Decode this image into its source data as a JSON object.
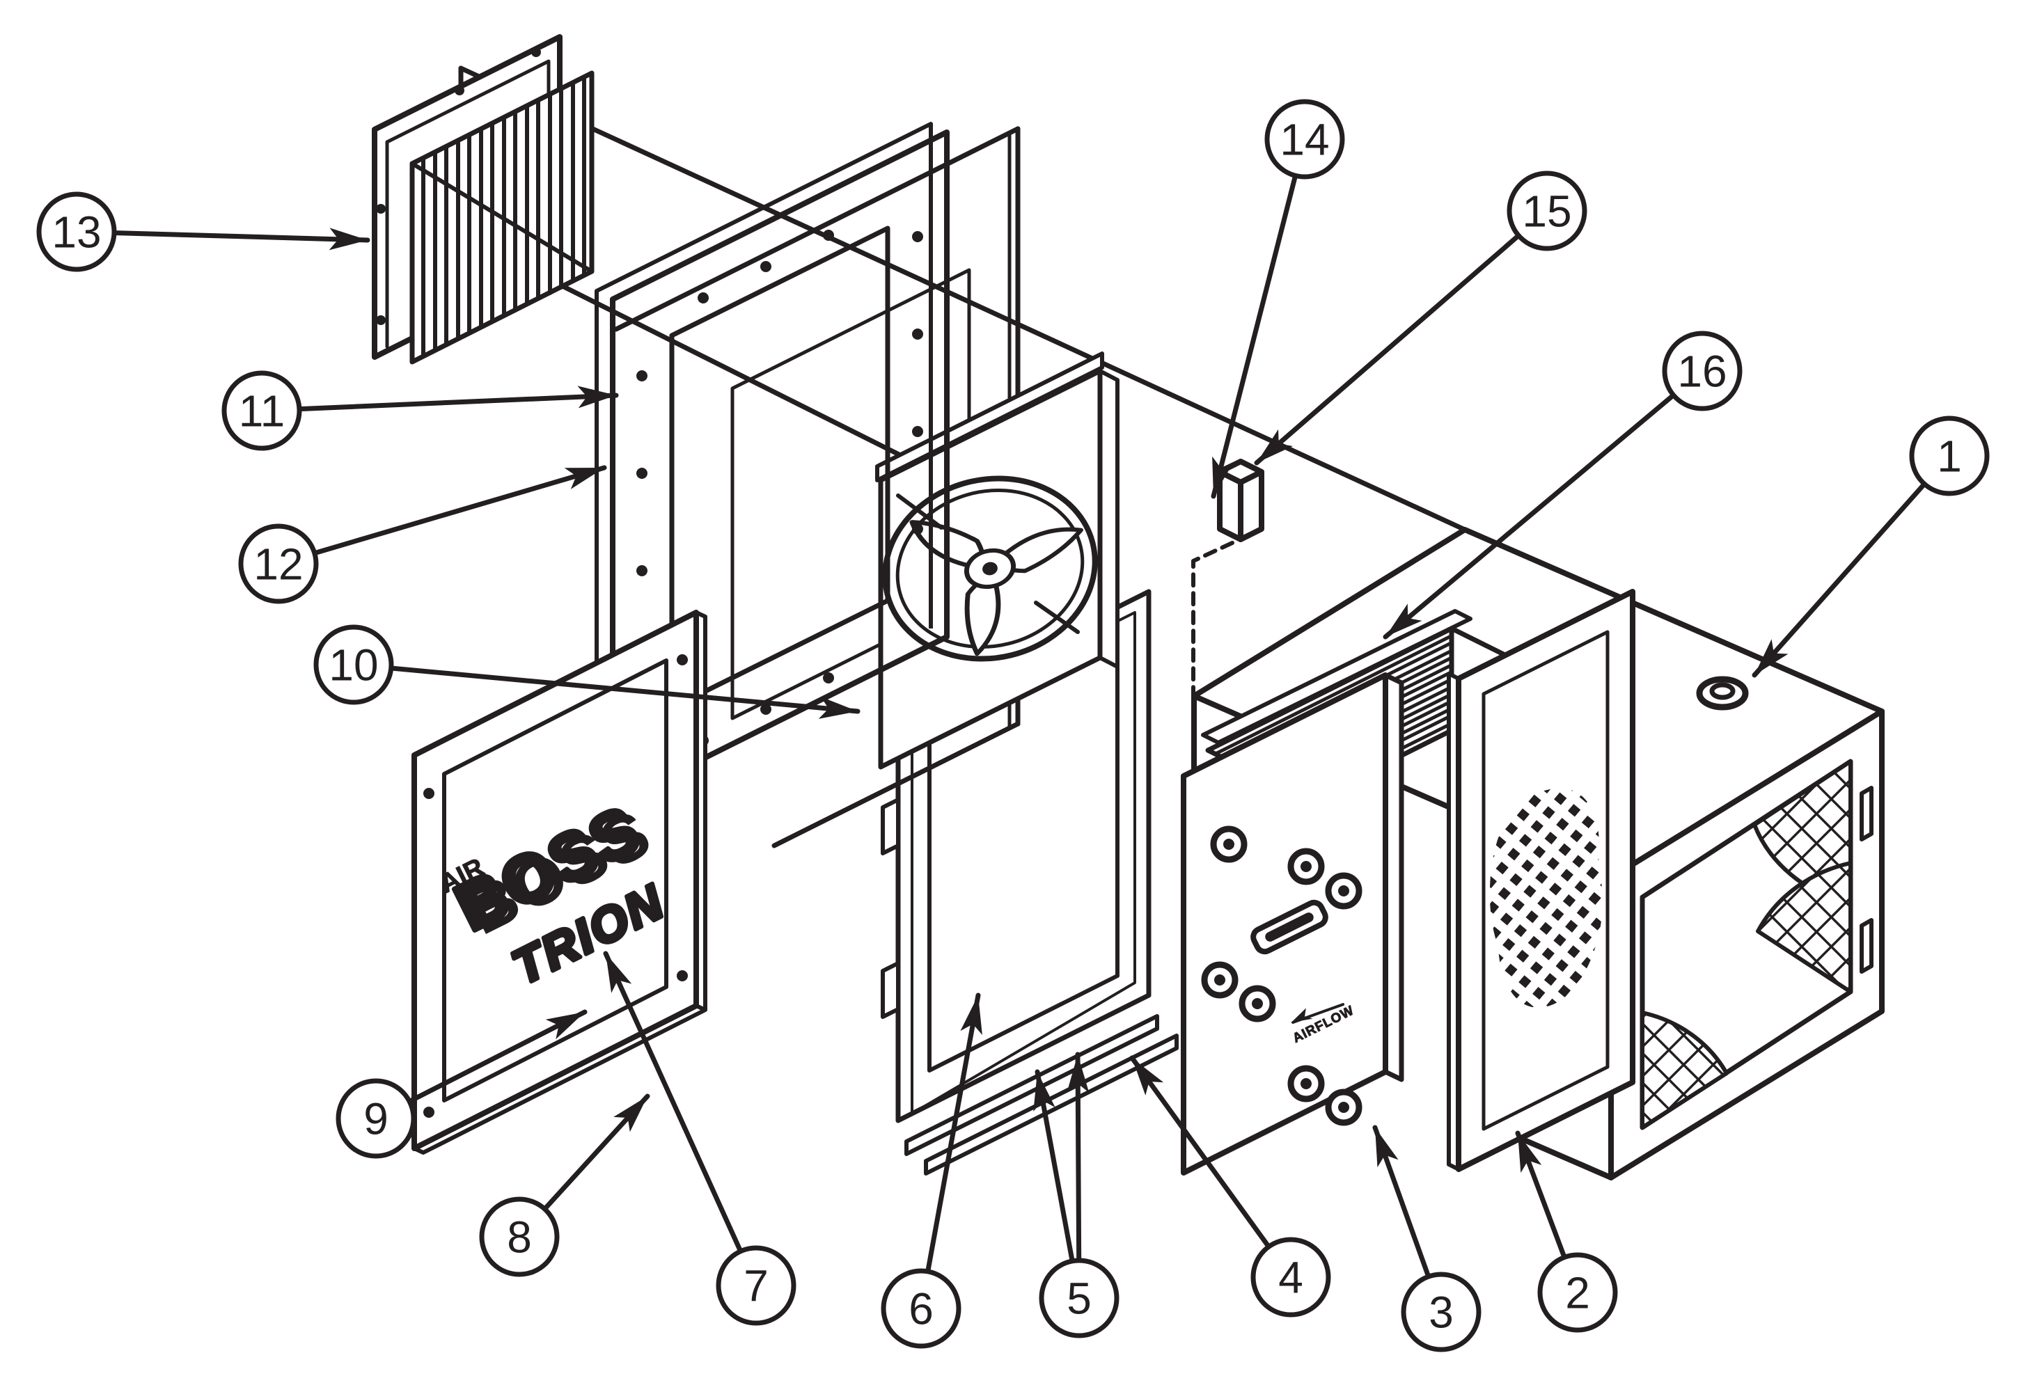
{
  "drawing": {
    "type": "exploded-parts-diagram",
    "background": "#ffffff",
    "line_color": "#231f20"
  },
  "logo": {
    "air": "AIR",
    "boss": "BOSS",
    "trion": "TRION"
  },
  "labels": {
    "airflow": "AIRFLOW"
  },
  "balloons": [
    {
      "number": "1"
    },
    {
      "number": "2"
    },
    {
      "number": "3"
    },
    {
      "number": "4"
    },
    {
      "number": "5"
    },
    {
      "number": "6"
    },
    {
      "number": "7"
    },
    {
      "number": "8"
    },
    {
      "number": "9"
    },
    {
      "number": "10"
    },
    {
      "number": "11"
    },
    {
      "number": "12"
    },
    {
      "number": "13"
    },
    {
      "number": "14"
    },
    {
      "number": "15"
    },
    {
      "number": "16"
    }
  ]
}
